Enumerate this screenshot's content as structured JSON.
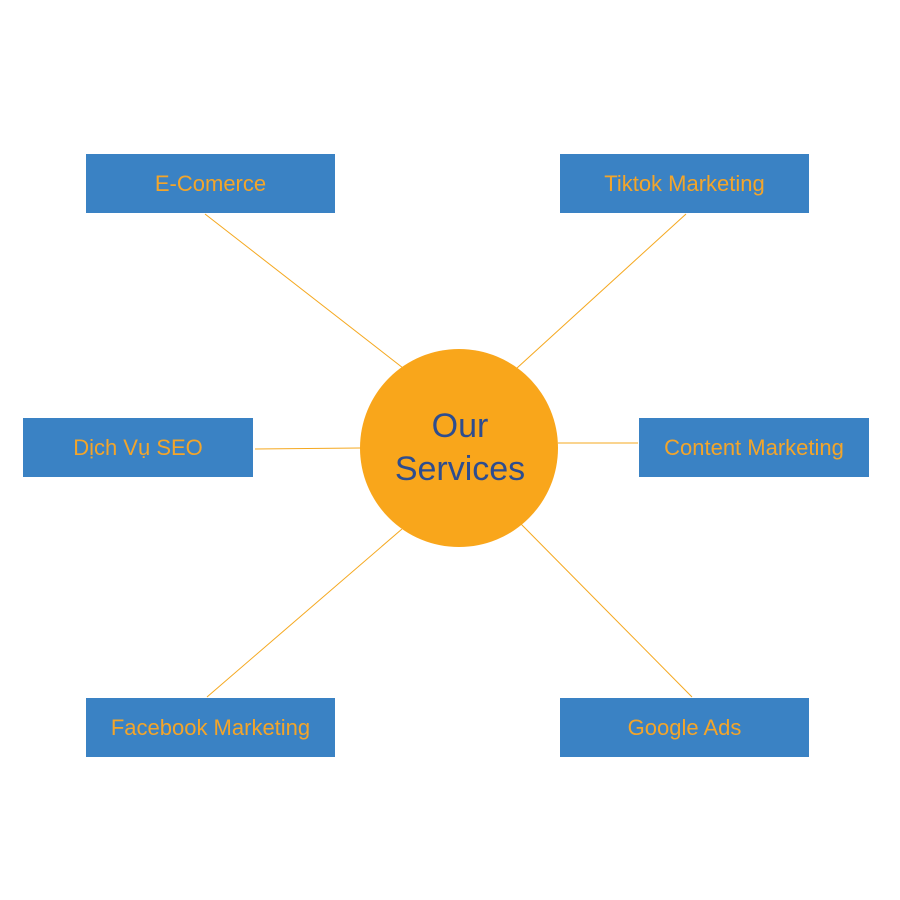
{
  "hub": {
    "line1": "Our",
    "line2": "Services"
  },
  "services": {
    "ecommerce": "E-Comerce",
    "tiktok": "Tiktok Marketing",
    "seo": "Dịch Vụ SEO",
    "content": "Content Marketing",
    "facebook": "Facebook Marketing",
    "google": "Google Ads"
  },
  "colors": {
    "hub": "#f9a61b",
    "box": "#3a82c4",
    "box_text": "#f3a52a",
    "hub_text": "#2e4d8f",
    "connector": "#f5a81f"
  }
}
